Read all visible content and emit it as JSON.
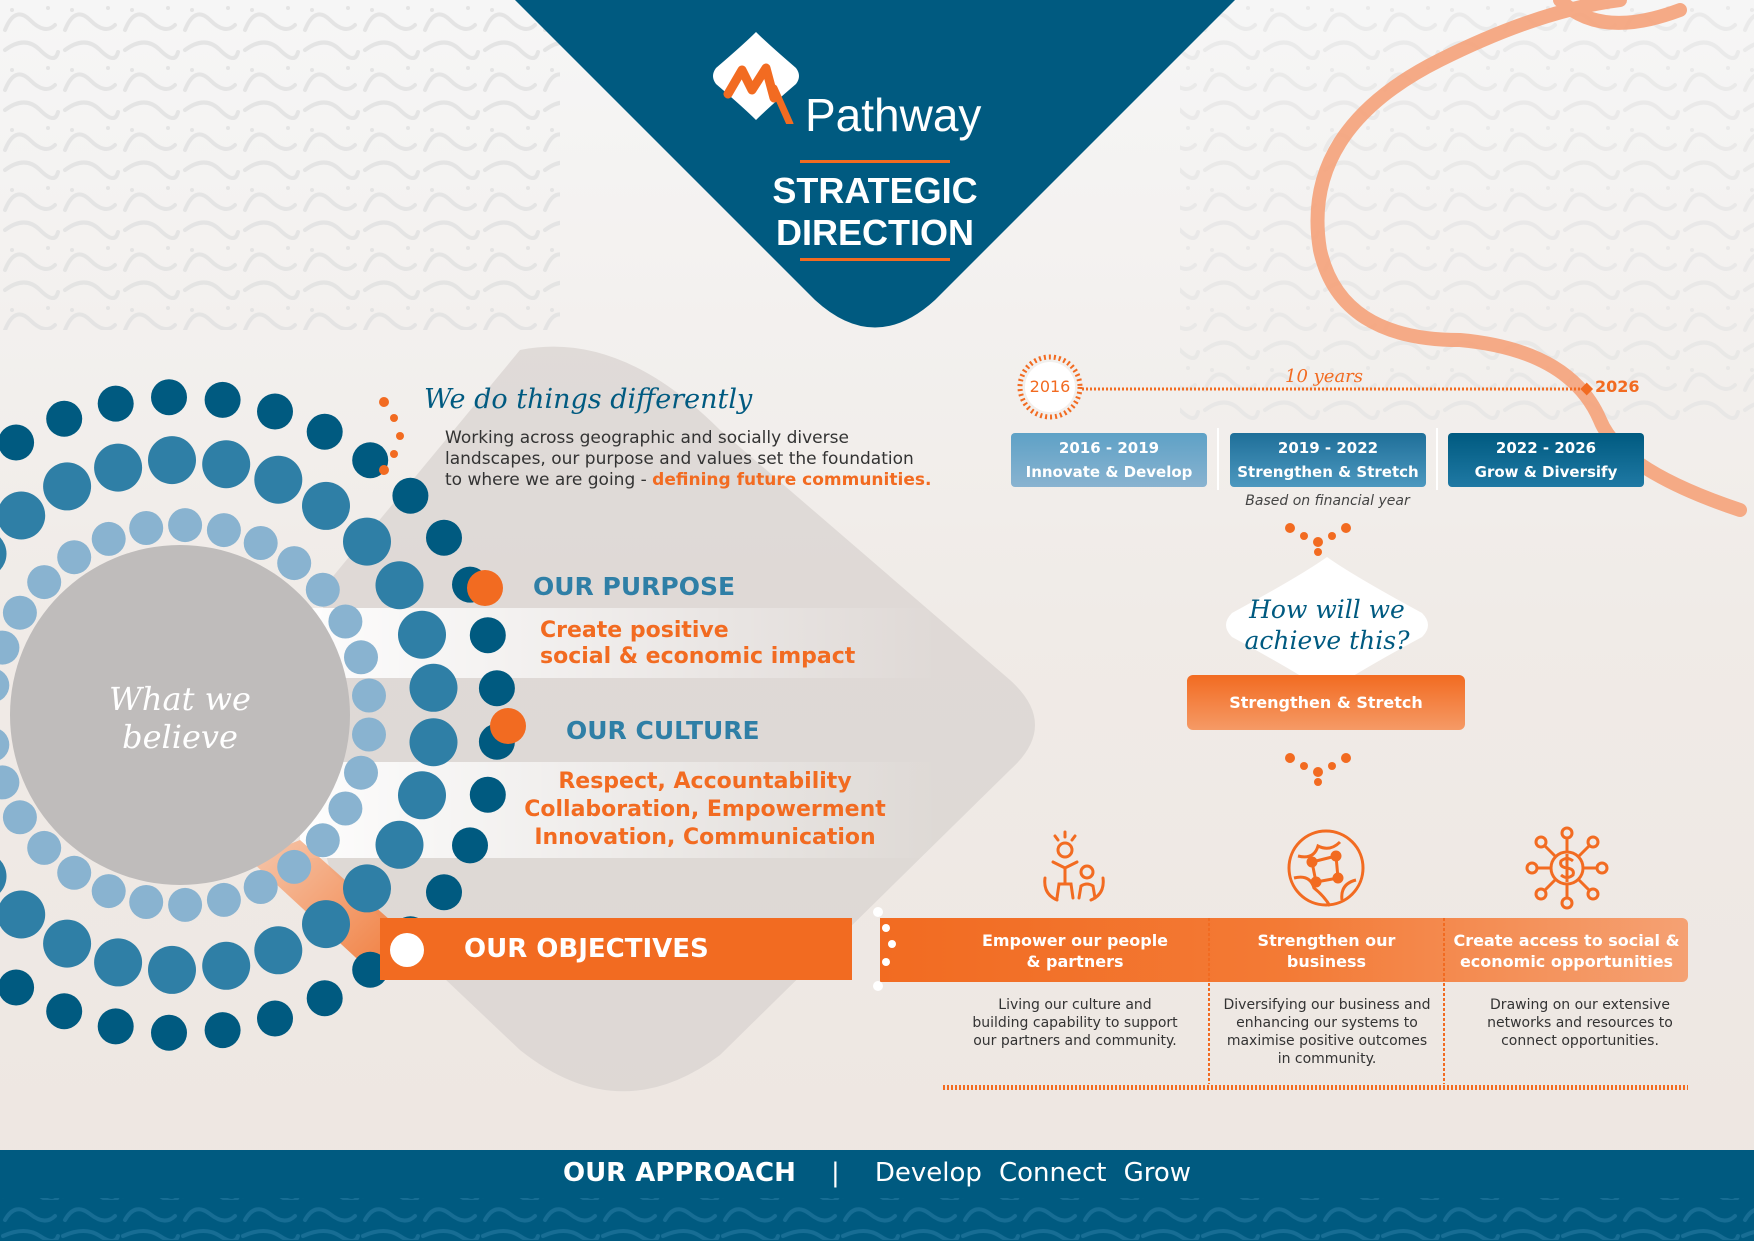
{
  "logo": {
    "brand": "Pathway",
    "mark": "My"
  },
  "title_line1": "STRATEGIC",
  "title_line2": "DIRECTION",
  "intro": {
    "heading": "We do things differently",
    "body1": "Working across geographic and socially diverse",
    "body2": "landscapes, our purpose and values set the foundation",
    "body3": "to where we are going - ",
    "highlight": "defining future communities."
  },
  "believe": {
    "line1": "What we",
    "line2": "believe"
  },
  "purpose": {
    "heading": "OUR PURPOSE",
    "line1": "Create positive",
    "line2": "social & economic impact"
  },
  "culture": {
    "heading": "OUR CULTURE",
    "line1": "Respect, Accountability",
    "line2": "Collaboration, Empowerment",
    "line3": "Innovation, Communication"
  },
  "objectives_heading": "OUR OBJECTIVES",
  "timeline": {
    "start": "2016",
    "span": "10 years",
    "end": "2026",
    "phases": [
      {
        "years": "2016 - 2019",
        "name": "Innovate & Develop"
      },
      {
        "years": "2019 - 2022",
        "name": "Strengthen & Stretch"
      },
      {
        "years": "2022 - 2026",
        "name": "Grow & Diversify"
      }
    ],
    "note": "Based on financial year"
  },
  "achieve": {
    "line1": "How will we",
    "line2": "achieve this?",
    "button": "Strengthen & Stretch"
  },
  "objectives": [
    {
      "icon": "people-icon",
      "title1": "Empower our people",
      "title2": "& partners",
      "d1": "Living our culture and",
      "d2": "building capability to support",
      "d3": "our partners and community.",
      "d4": ""
    },
    {
      "icon": "globe-network-icon",
      "title1": "Strengthen our",
      "title2": "business",
      "d1": "Diversifying our business and",
      "d2": "enhancing our systems to",
      "d3": "maximise positive outcomes",
      "d4": "in community."
    },
    {
      "icon": "dollar-network-icon",
      "title1": "Create access to social &",
      "title2": "economic opportunities",
      "d1": "Drawing on our extensive",
      "d2": "networks and resources to",
      "d3": "connect opportunities.",
      "d4": ""
    }
  ],
  "footer": {
    "heading": "OUR APPROACH",
    "separator": "|",
    "w1": "Develop",
    "w2": "Connect",
    "w3": "Grow"
  },
  "colors": {
    "navy": "#005a80",
    "orange": "#f26b21",
    "teal": "#2f7fa6",
    "light_blue": "#89b3d0",
    "grey": "#bfbcbb"
  }
}
